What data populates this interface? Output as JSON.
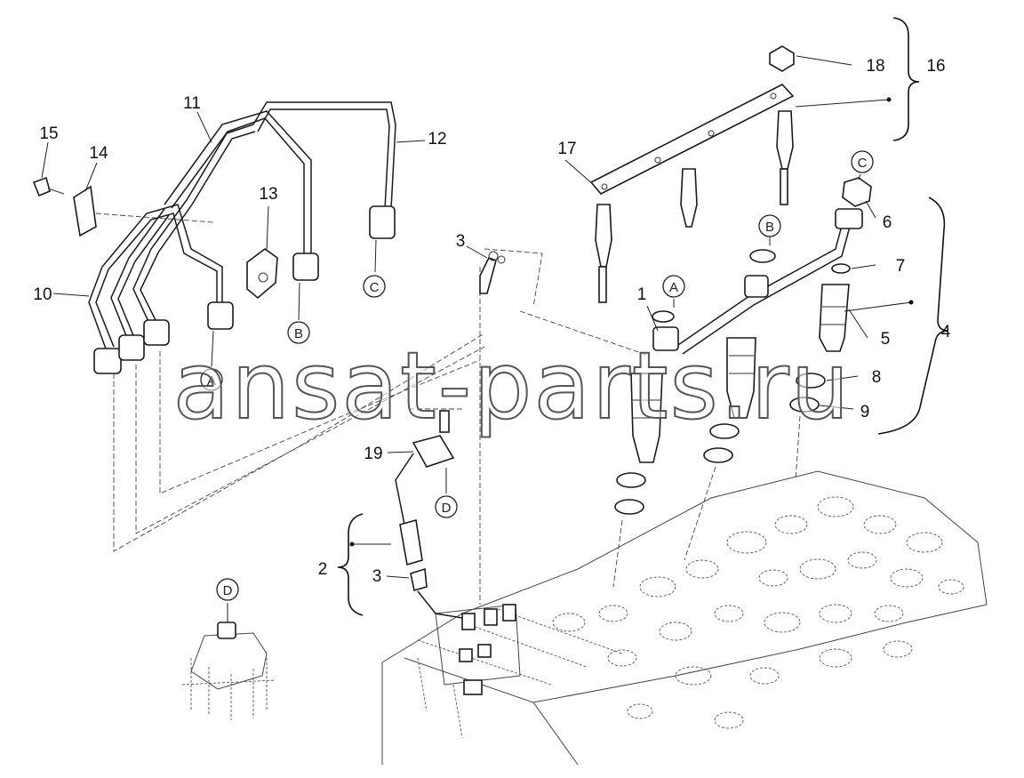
{
  "watermark": "ansat-parts.ru",
  "callouts": {
    "c1": "1",
    "c2": "2",
    "c3a": "3",
    "c3b": "3",
    "c4": "4",
    "c5": "5",
    "c6": "6",
    "c7": "7",
    "c8": "8",
    "c9": "9",
    "c10": "10",
    "c11": "11",
    "c12": "12",
    "c13": "13",
    "c14": "14",
    "c15": "15",
    "c16": "16",
    "c17": "17",
    "c18": "18",
    "c19": "19"
  },
  "refs": {
    "a1": "A",
    "a2": "A",
    "b1": "B",
    "b2": "B",
    "c1": "C",
    "c2": "C",
    "d1": "D",
    "d2": "D"
  }
}
